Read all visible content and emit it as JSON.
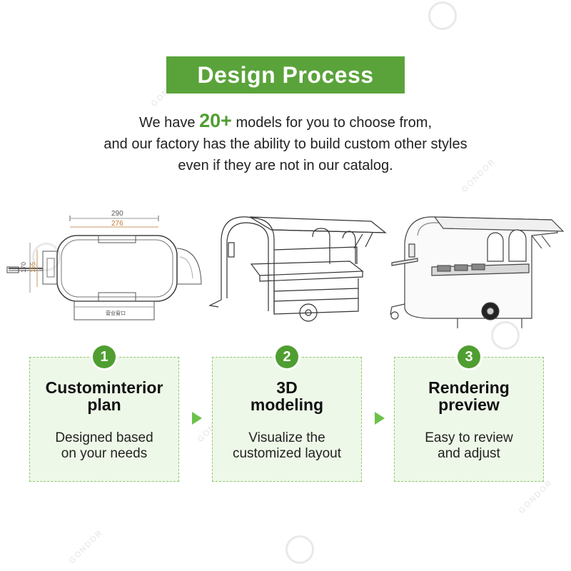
{
  "title": "Design Process",
  "intro": {
    "line1_pre": "We have ",
    "line1_highlight": "20+",
    "line1_post": " models for you to choose from,",
    "line2": "and our factory has the ability to build custom other styles",
    "line3": "even if they are not in our catalog."
  },
  "plan_drawing": {
    "dim_width_outer": "290",
    "dim_width_inner": "276",
    "dim_height_outer": "170",
    "dim_height_inner": "155",
    "window_label": "营业窗口"
  },
  "steps": [
    {
      "number": "1",
      "title_line1": "Custominterior",
      "title_line2": "plan",
      "desc_line1": "Designed based",
      "desc_line2": "on your needs"
    },
    {
      "number": "2",
      "title_line1": "3D",
      "title_line2": "modeling",
      "desc_line1": "Visualize the",
      "desc_line2": "customized layout"
    },
    {
      "number": "3",
      "title_line1": "Rendering",
      "title_line2": "preview",
      "desc_line1": "Easy to review",
      "desc_line2": "and adjust"
    }
  ],
  "watermark": "GONDOR",
  "colors": {
    "brand_green": "#5aa33a",
    "highlight_green": "#4f9e31",
    "card_bg": "#eef8e8",
    "card_border": "#8cc96e"
  }
}
